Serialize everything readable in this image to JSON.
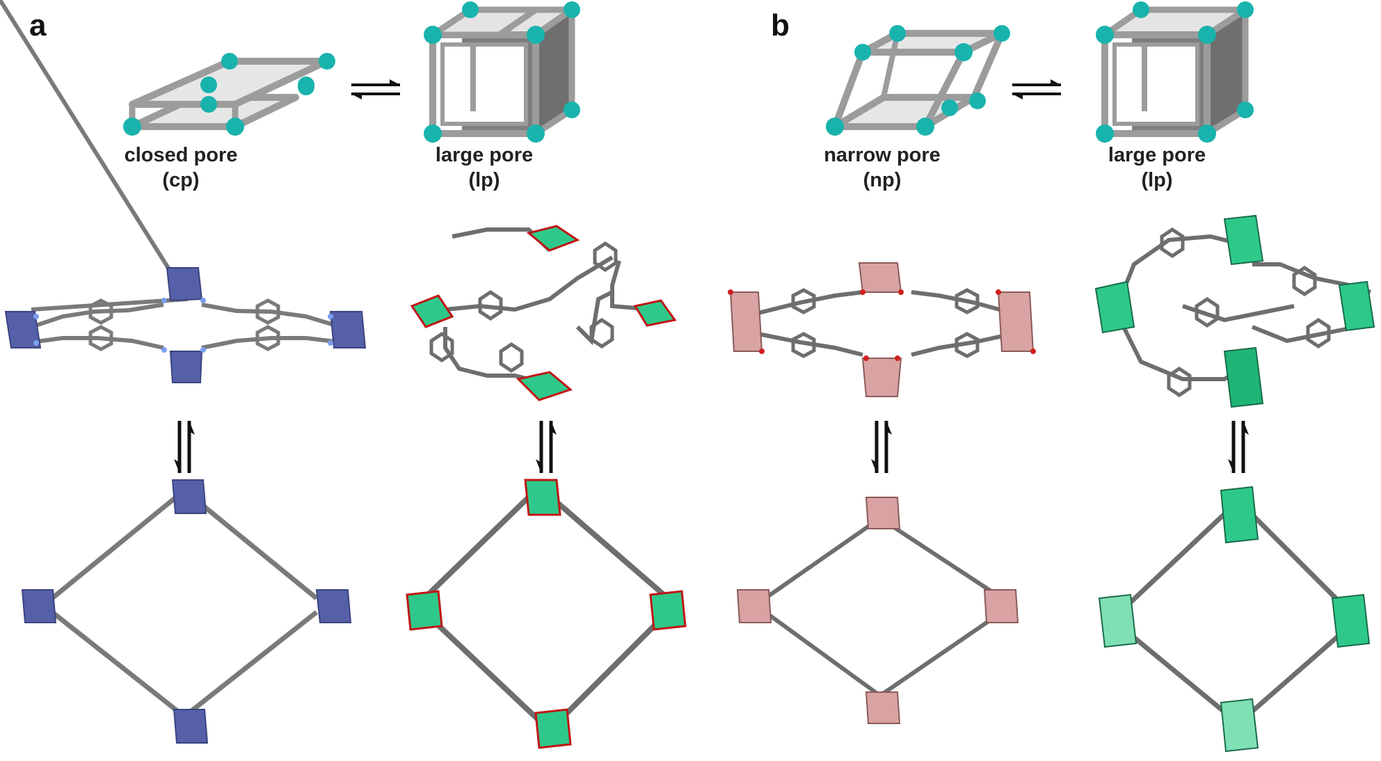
{
  "panels": [
    {
      "letter": "a",
      "states": [
        {
          "name": "closed pore",
          "abbr": "(cp)"
        },
        {
          "name": "large pore",
          "abbr": "(lp)"
        }
      ]
    },
    {
      "letter": "b",
      "states": [
        {
          "name": "narrow pore",
          "abbr": "(np)"
        },
        {
          "name": "large pore",
          "abbr": "(lp)"
        }
      ]
    }
  ],
  "colors": {
    "node_sphere": "#19b3ad",
    "frame_rod": "#9c9c9c",
    "face_light": "#e4e4e4",
    "face_dark": "#7f7f7f",
    "polyhedron_blue": "#5560a8",
    "polyhedron_green": "#2ec98a",
    "polyhedron_pink": "#d9a3a3",
    "linker_grey": "#6e6e6e",
    "nitrogen_blue": "#7b9ef0",
    "oxygen_red": "#d11f1f"
  }
}
